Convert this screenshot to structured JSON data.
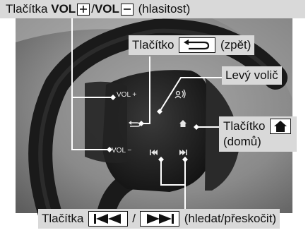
{
  "callouts": {
    "vol": {
      "prefix": "Tlačítka ",
      "vol_label_a": "VOL",
      "plus_symbol": "+",
      "slash": "/",
      "vol_label_b": "VOL",
      "minus_symbol": "−",
      "suffix": " (hlasitost)"
    },
    "back": {
      "prefix": "Tlačítko ",
      "suffix": " (zpět)"
    },
    "left_selector": {
      "text": "Levý volič"
    },
    "home": {
      "prefix": "Tlačítko ",
      "suffix": "(domů)"
    },
    "skip": {
      "prefix": "Tlačítka ",
      "slash": "/",
      "suffix": " (hledat/přeskočit)"
    }
  },
  "wheel_labels": {
    "vol_up": "VOL +",
    "vol_down": "VOL −"
  },
  "icons": [
    "plus-icon",
    "minus-icon",
    "back-icon",
    "home-icon",
    "skip-back-icon",
    "skip-forward-icon",
    "voice-icon"
  ],
  "colors": {
    "callout_bg": "#d9d9d9",
    "photo_bg": "#8c8c8c",
    "wheel_dark": "#1c1c1c",
    "leader": "#ffffff"
  }
}
